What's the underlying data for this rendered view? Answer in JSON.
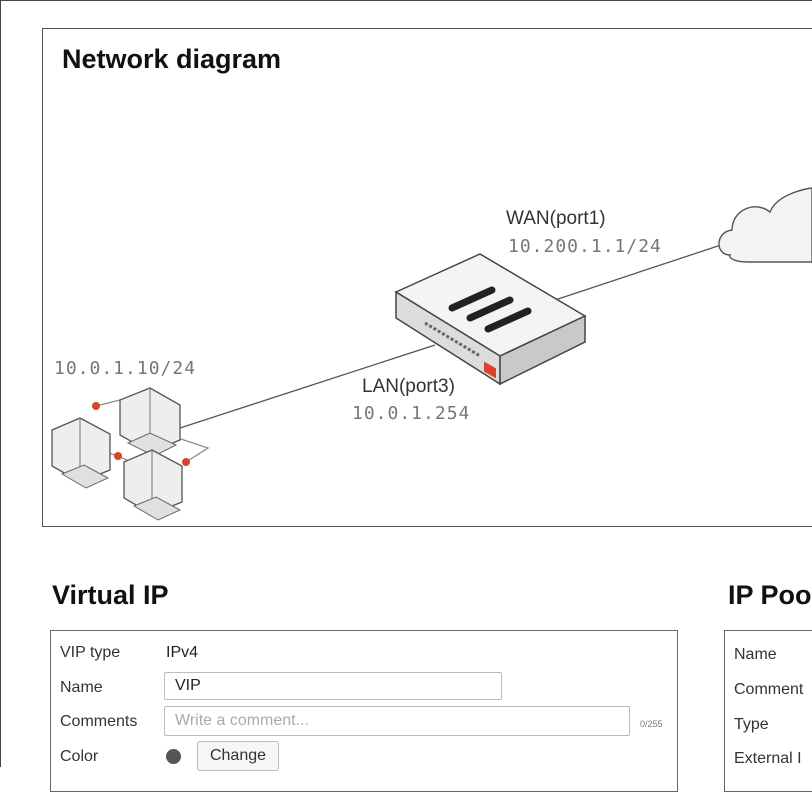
{
  "diagram": {
    "title": "Network diagram",
    "wan": {
      "label": "WAN(port1)",
      "ip": "10.200.1.1/24"
    },
    "lan": {
      "label": "LAN(port3)",
      "ip": "10.0.1.254"
    },
    "clients": {
      "ip": "10.0.1.10/24"
    }
  },
  "virtual_ip": {
    "title": "Virtual IP",
    "vip_type_label": "VIP type",
    "vip_type_value": "IPv4",
    "name_label": "Name",
    "name_value": "VIP",
    "comments_label": "Comments",
    "comments_placeholder": "Write a comment...",
    "comments_counter": "0/255",
    "color_label": "Color",
    "change_label": "Change"
  },
  "ip_pool": {
    "title": "IP Poo",
    "name_label": "Name",
    "comments_label": "Comment",
    "type_label": "Type",
    "external_label": "External I"
  },
  "colors": {
    "accent_red": "#d9442b",
    "border": "#555555"
  }
}
